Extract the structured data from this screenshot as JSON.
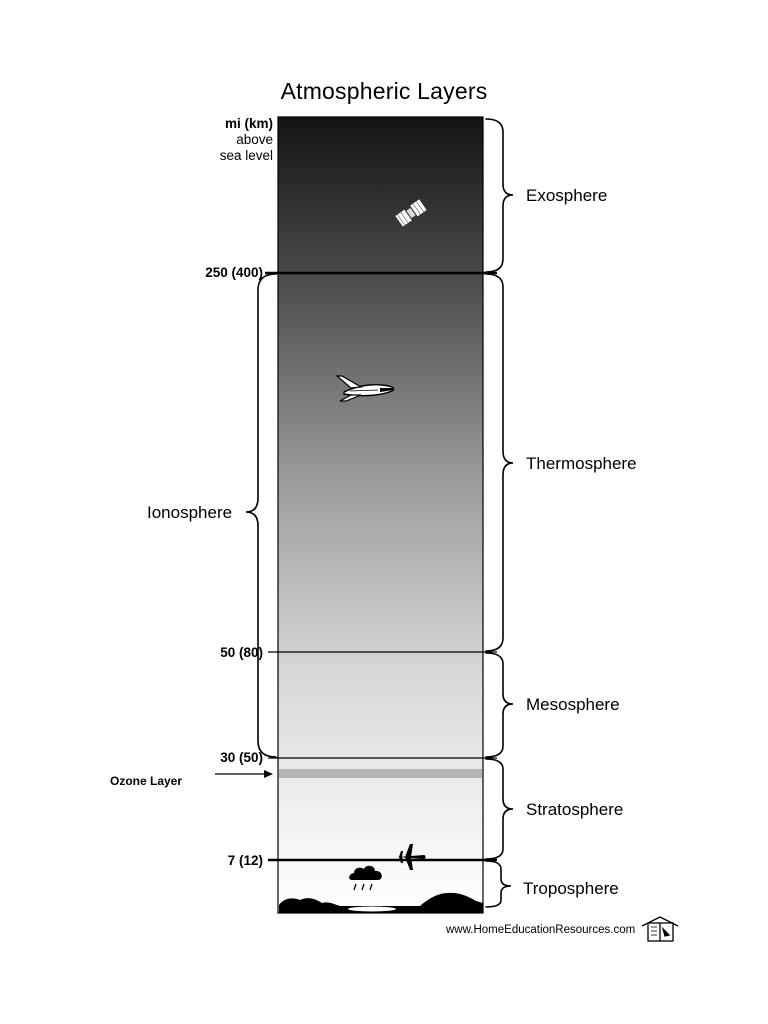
{
  "title": "Atmospheric Layers",
  "units": {
    "line1": "mi (km)",
    "line2": "above",
    "line3": "sea level"
  },
  "altitudes": [
    "250 (400)",
    "50 (80)",
    "30 (50)",
    "7 (12)"
  ],
  "layers": [
    "Exosphere",
    "Thermosphere",
    "Mesosphere",
    "Stratosphere",
    "Troposphere"
  ],
  "ionosphere": "Ionosphere",
  "ozone": "Ozone Layer",
  "footer": "www.HomeEducationResources.com",
  "icons": [
    "satellite-icon",
    "space-shuttle-icon",
    "airplane-icon",
    "rain-cloud-icon",
    "house-book-logo-icon"
  ]
}
